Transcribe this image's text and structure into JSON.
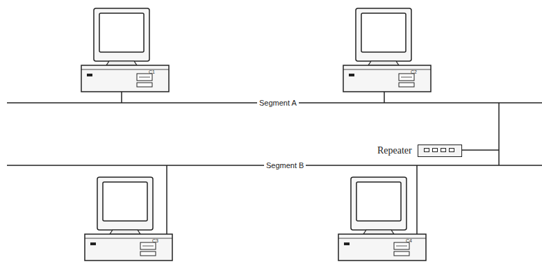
{
  "diagram": {
    "nodes": [
      {
        "text": [
          "Repeater"
        ]
      }
    ],
    "labels": [
      "Segment A",
      "Segment B",
      "C1",
      "C2",
      "C3",
      "C4"
    ]
  }
}
